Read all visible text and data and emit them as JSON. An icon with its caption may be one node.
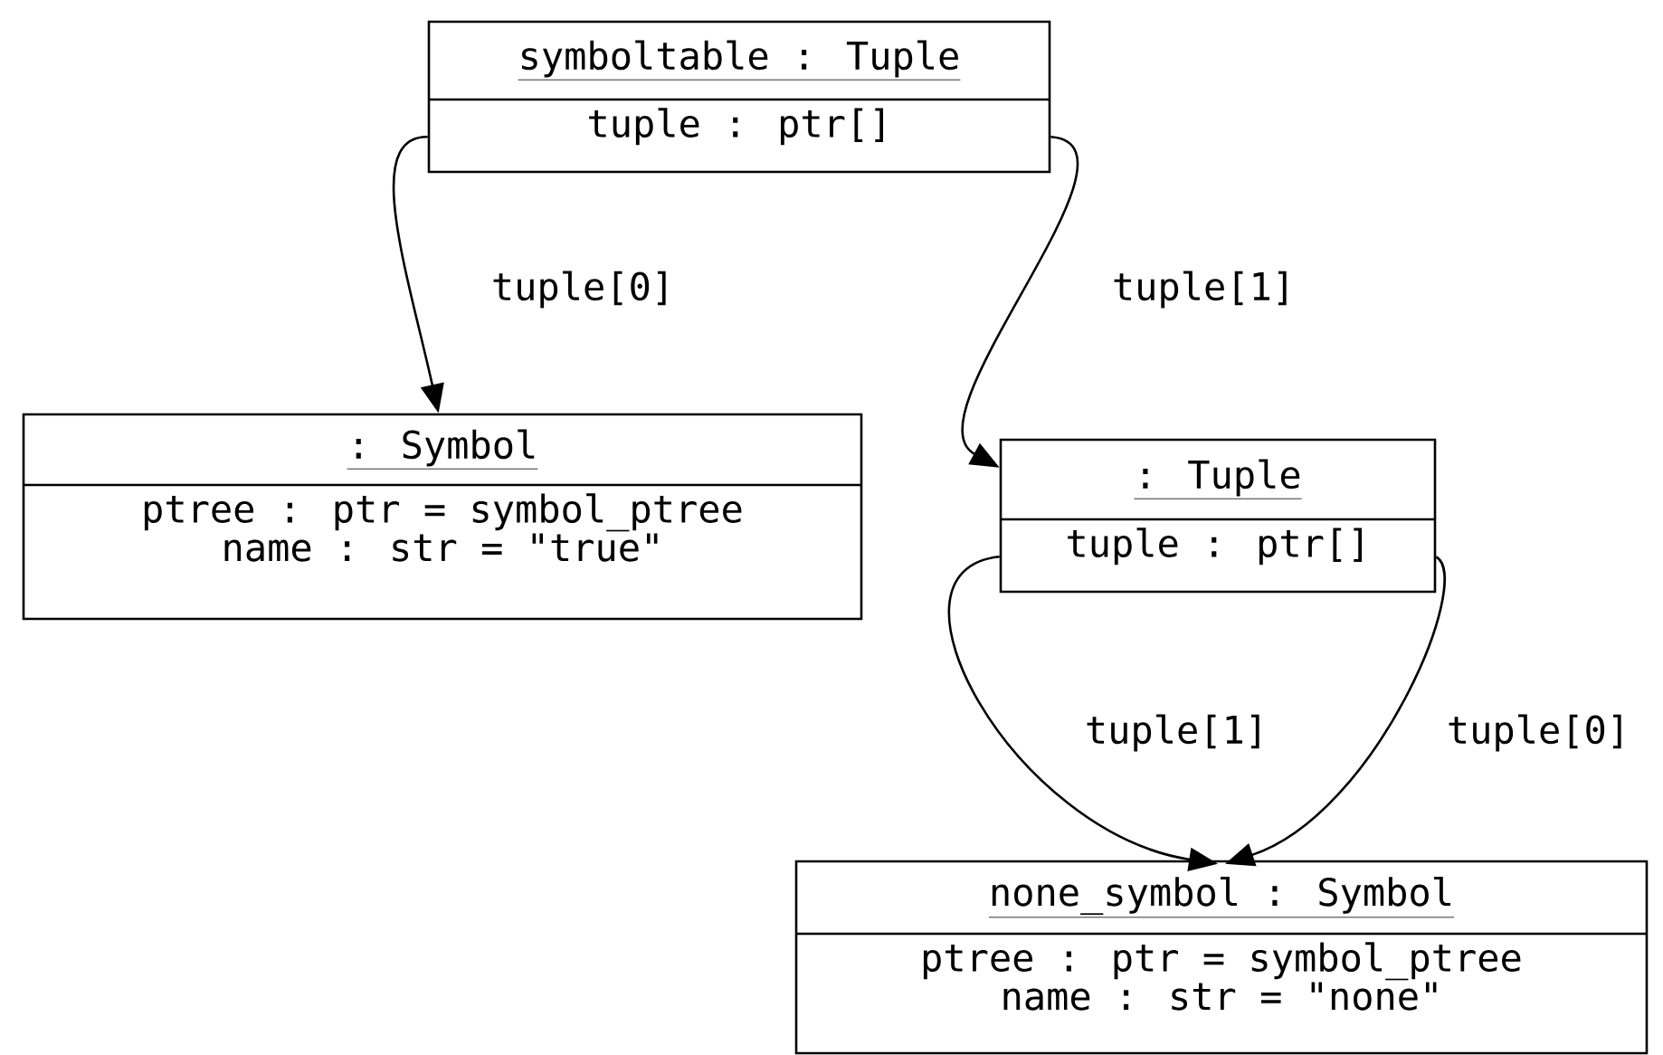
{
  "diagram": {
    "nodes": [
      {
        "text": [
          "symboltable : Tuple",
          "tuple : ptr[]"
        ]
      },
      {
        "text": [
          ": Symbol",
          "ptree : ptr = symbol_ptree",
          "name : str = \"true\""
        ]
      },
      {
        "text": [
          ": Tuple",
          "tuple : ptr[]"
        ]
      },
      {
        "text": [
          "none_symbol : Symbol",
          "ptree : ptr = symbol_ptree",
          "name : str = \"none\""
        ]
      }
    ],
    "edges": [
      {
        "from": 0,
        "to": 1,
        "arrow": "to",
        "label": "tuple[0]"
      },
      {
        "from": 0,
        "to": 2,
        "arrow": "to",
        "label": "tuple[1]"
      },
      {
        "from": 2,
        "to": 3,
        "arrow": "to",
        "label": "tuple[1]"
      },
      {
        "from": 2,
        "to": 3,
        "arrow": "to",
        "label": "tuple[0]"
      }
    ]
  }
}
